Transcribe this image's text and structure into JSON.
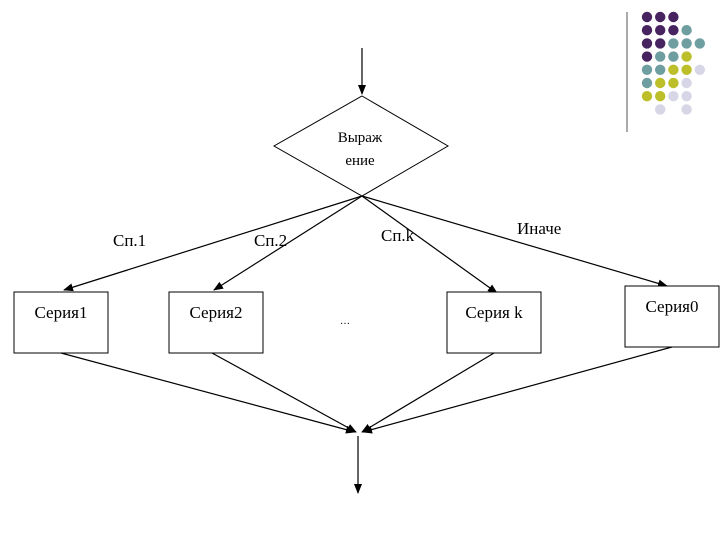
{
  "diagram": {
    "decision": {
      "line1": "Выраж",
      "line2": "ение"
    },
    "branch_labels": {
      "b1": "Сп.1",
      "b2": "Сп.2",
      "bk": "Сп.k",
      "else": "Иначе"
    },
    "series": {
      "s1": "Серия1",
      "s2": "Серия2",
      "sk": "Серия k",
      "s0": "Серия0"
    },
    "ellipsis": "…"
  },
  "decor": {
    "colors": {
      "purple": "#47245f",
      "teal": "#6f9ea1",
      "olive": "#bdbf2a",
      "lavender": "#d6d6e6"
    }
  }
}
